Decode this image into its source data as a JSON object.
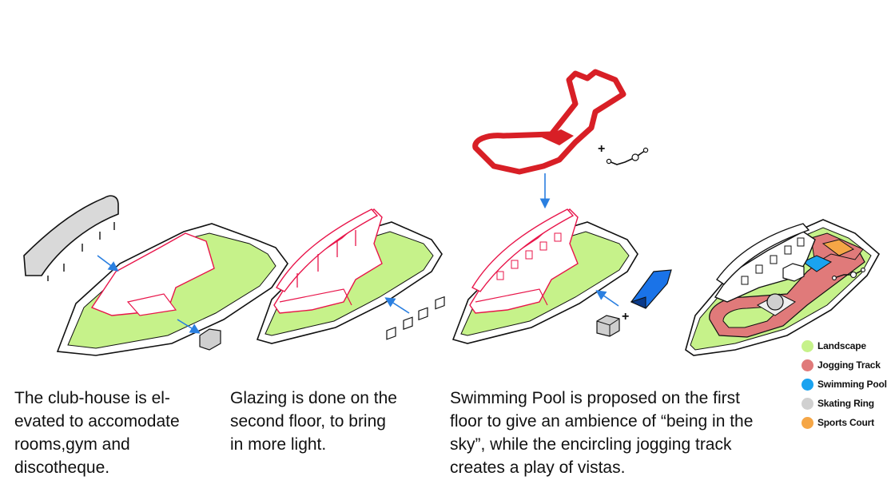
{
  "captions": {
    "step1": "The club-house is el-\nevated to accomodate\nrooms,gym and\ndiscotheque.",
    "step2": "Glazing is done on the\nsecond floor, to bring\nin more light.",
    "step3": "Swimming Pool is proposed on the first\nfloor to give an ambience of “being in the\nsky”, while the encircling jogging track\ncreates a play of vistas."
  },
  "legend": [
    {
      "label": "Landscape",
      "color": "#c6f28a"
    },
    {
      "label": "Jogging Track",
      "color": "#e07a7a"
    },
    {
      "label": "Swimming Pool",
      "color": "#1aa3f0"
    },
    {
      "label": "Skating Ring",
      "color": "#d0d0d0"
    },
    {
      "label": "Sports Court",
      "color": "#f5a646"
    }
  ],
  "colors": {
    "landscape": "#c6f28a",
    "building_outline": "#e8154a",
    "arrow": "#2a7fe0",
    "jogging_track": "#d81f26",
    "pool": "#1a73e8",
    "sports_court": "#f5a646",
    "skating_ring": "#d0d0d0",
    "grey_block": "#cfcfcf"
  }
}
